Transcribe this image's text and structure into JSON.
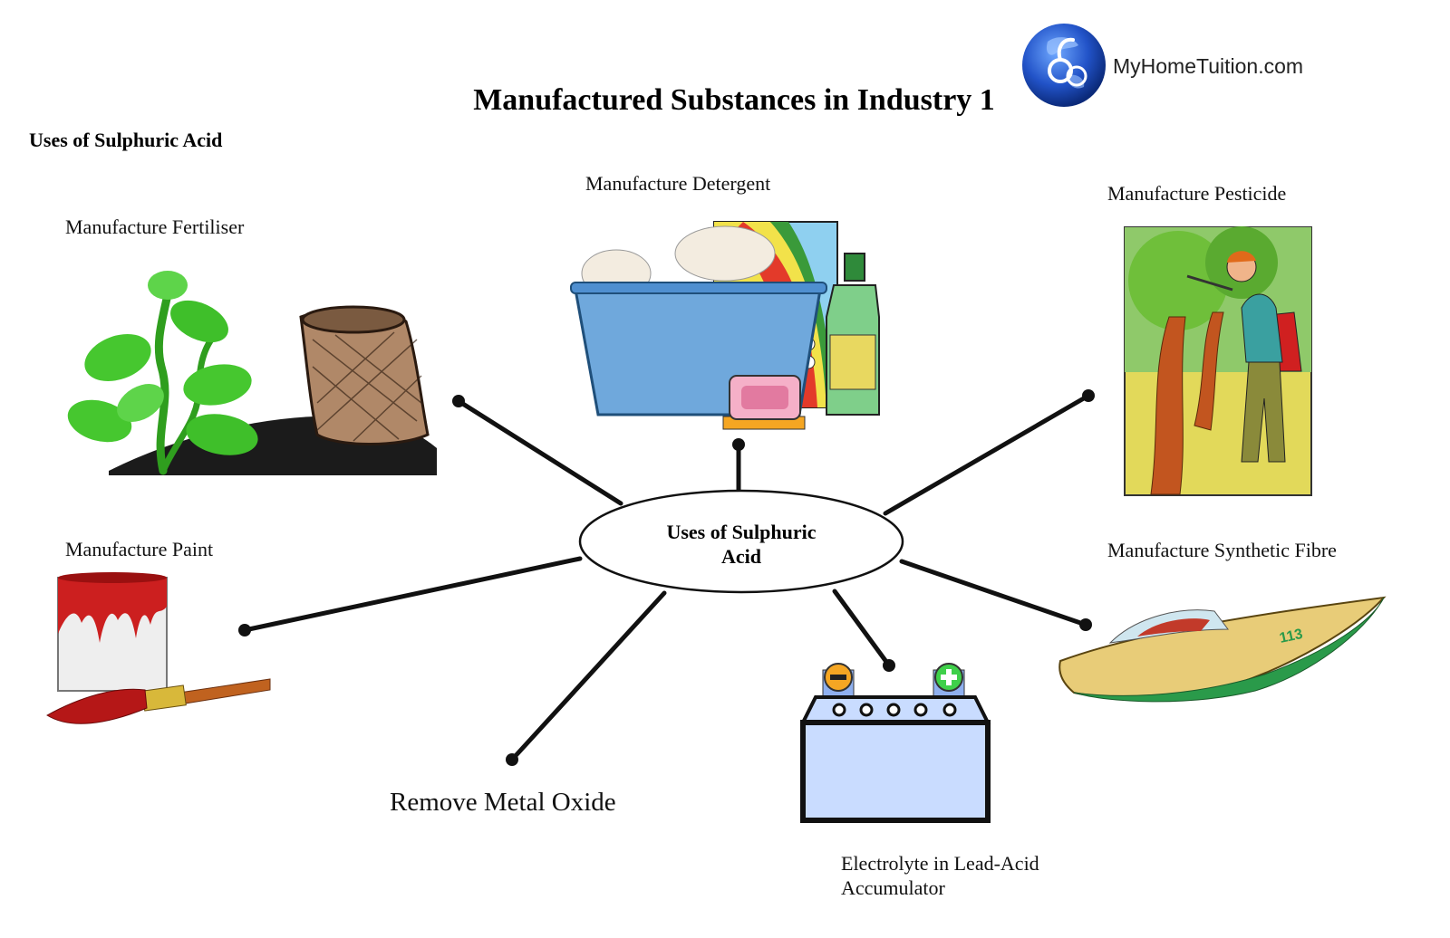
{
  "title": "Manufactured Substances in Industry 1",
  "subtitle": "Uses of Sulphuric Acid",
  "brand": {
    "name": "MyHomeTuition.com",
    "logo_icon": "globe-logo-icon"
  },
  "center": {
    "line1": "Uses of Sulphuric",
    "line2": "Acid"
  },
  "uses": {
    "fertiliser": "Manufacture Fertiliser",
    "detergent": "Manufacture Detergent",
    "pesticide": "Manufacture Pesticide",
    "paint": "Manufacture Paint",
    "synthetic_fibre": "Manufacture Synthetic Fibre",
    "metal_oxide": "Remove Metal Oxide",
    "electrolyte_line1": "Electrolyte in Lead-Acid",
    "electrolyte_line2": "Accumulator"
  },
  "battery": {
    "negative": "−",
    "positive": "+"
  },
  "boat_number": "113",
  "colors": {
    "line": "#111111",
    "plant": "#3fbf2a",
    "bucket": "#6fa8dc",
    "battery": "#c9dcff",
    "paint": "#cc1f1f"
  }
}
